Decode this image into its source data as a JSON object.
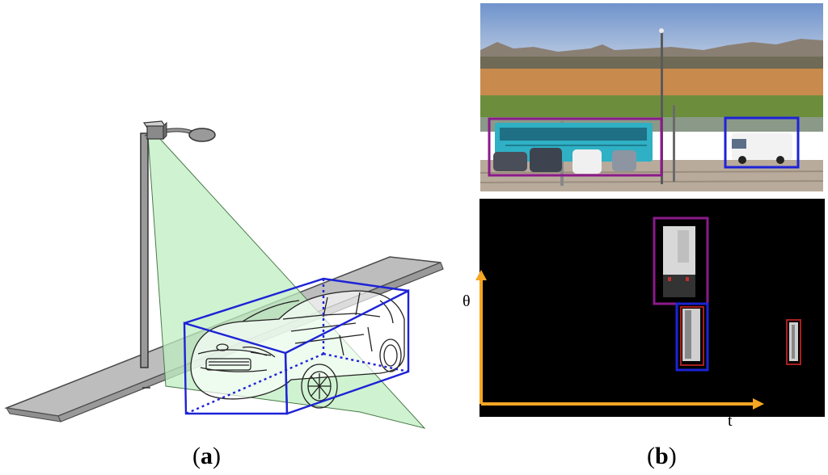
{
  "panel_a": {
    "caption_letter": "a",
    "caption_open": "(",
    "caption_close": ")"
  },
  "panel_b": {
    "caption_letter": "b",
    "caption_open": "(",
    "caption_close": ")",
    "y_axis_label": "θ",
    "x_axis_label": "t"
  },
  "colors": {
    "road": "#bdbdbd",
    "road_edge": "#4a4a4a",
    "light_cone": "#bfeec2",
    "bbox_blue": "#1d23d6",
    "bbox_purple": "#8b1a8b",
    "bbox_red": "#a81f1f",
    "axis_orange": "#f5a623",
    "timeline_bg": "#000000",
    "sky": "#7f9fd1",
    "hills": "#8a7f73",
    "dirt": "#c98a4d",
    "grass": "#6c8e3c"
  },
  "icons": [
    "street-lamp-icon",
    "car-wireframe-icon",
    "bus-icon",
    "van-icon"
  ]
}
